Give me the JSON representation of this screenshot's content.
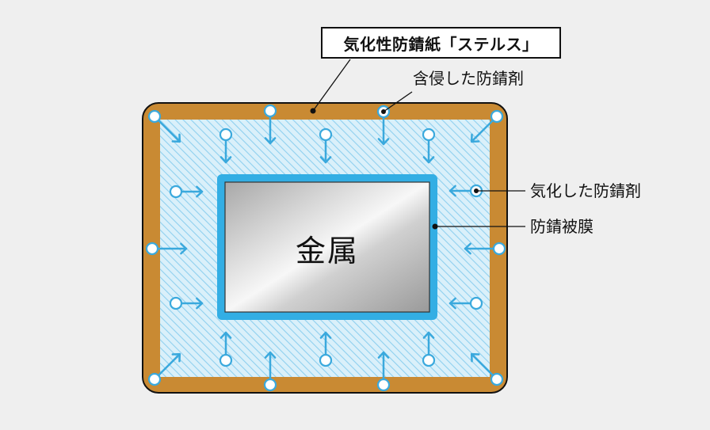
{
  "diagram": {
    "title": "気化性防錆紙「ステルス」",
    "labels": {
      "penetrating_inhibitor": "含侵した防錆剤",
      "vaporized_inhibitor": "気化した防錆剤",
      "protective_film": "防錆被膜",
      "metal": "金属"
    },
    "colors": {
      "background": "#efefef",
      "paper_frame": "#c98a33",
      "hatch_fill": "#daf0fa",
      "hatch_line": "#8fd0ef",
      "arrow_blue": "#3aa9dd",
      "film_blue": "#33aee4",
      "metal_light": "#f4f4f4",
      "metal_dark": "#9c9c9c"
    }
  }
}
